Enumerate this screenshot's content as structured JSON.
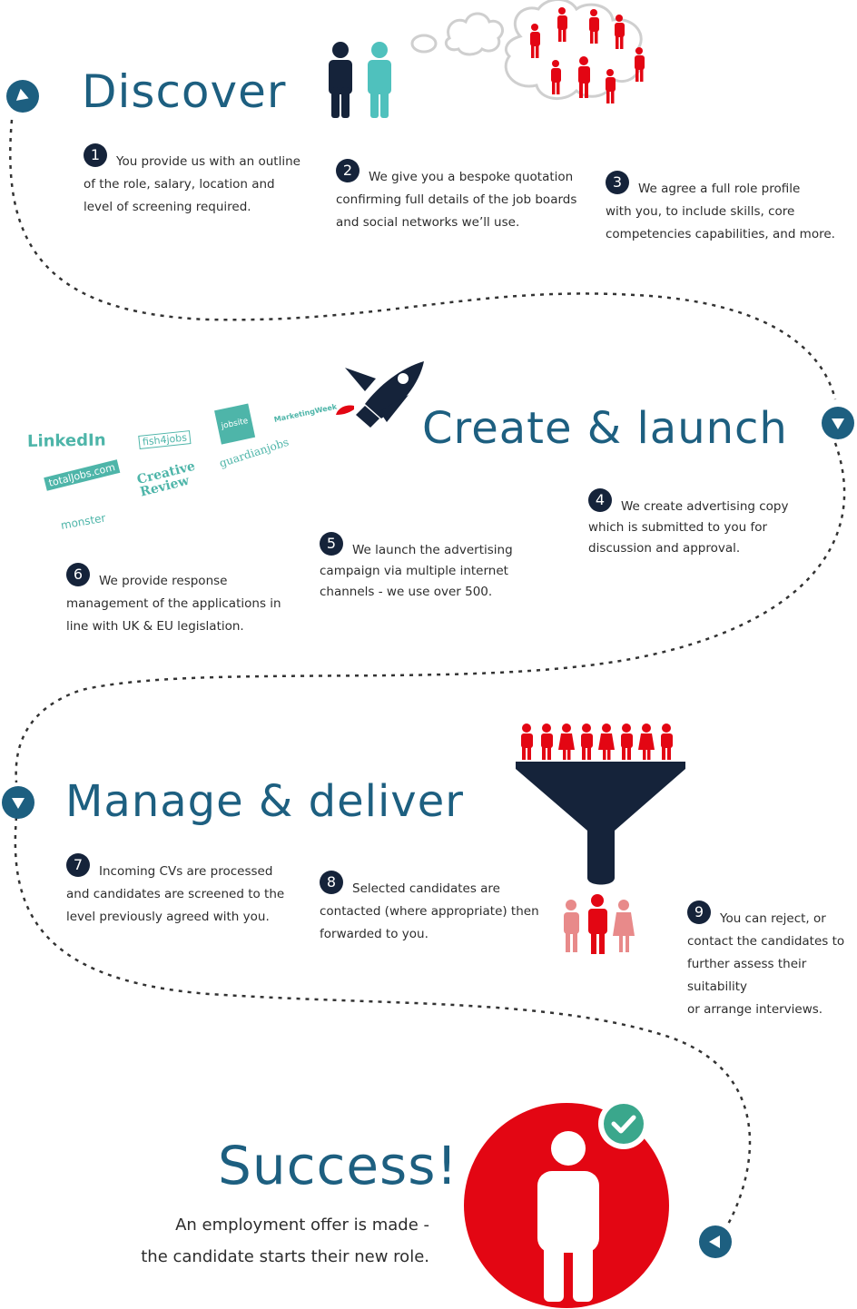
{
  "colors": {
    "heading": "#1d5f80",
    "navy": "#15233a",
    "red": "#e30613",
    "teal": "#4eb5a9",
    "pink": "#e88a8a",
    "green": "#3aa78c"
  },
  "sections": {
    "discover": {
      "title": "Discover"
    },
    "create": {
      "title": "Create & launch"
    },
    "manage": {
      "title": "Manage & deliver"
    },
    "success": {
      "title": "Success!",
      "line1": "An employment offer is made -",
      "line2": "the candidate starts their new role."
    }
  },
  "steps": [
    {
      "num": "1",
      "l1": "You provide us with an outline",
      "l2": "of the role, salary, location and",
      "l3": "level of screening required."
    },
    {
      "num": "2",
      "l1": "We give you a bespoke quotation",
      "l2": "confirming full details of the job boards",
      "l3": "and social networks we’ll use."
    },
    {
      "num": "3",
      "l1": "We agree a full role profile",
      "l2": "with you, to include skills, core",
      "l3": "competencies capabilities, and more."
    },
    {
      "num": "4",
      "l1": "We create advertising copy",
      "l2": "which is submitted to you for",
      "l3": "discussion and approval."
    },
    {
      "num": "5",
      "l1": "We launch the advertising",
      "l2": "campaign via multiple internet",
      "l3": "channels - we use over 500."
    },
    {
      "num": "6",
      "l1": "We provide response",
      "l2": "management of the applications in",
      "l3": "line with UK & EU legislation."
    },
    {
      "num": "7",
      "l1": "Incoming CVs are processed",
      "l2": "and candidates are screened to the",
      "l3": "level previously agreed with you."
    },
    {
      "num": "8",
      "l1": "Selected candidates are",
      "l2": "contacted (where appropriate) then",
      "l3": "forwarded to you."
    },
    {
      "num": "9",
      "l1": "You can reject, or",
      "l2": "contact the candidates to",
      "l3": "further assess their suitability",
      "l4": "or arrange interviews."
    }
  ],
  "logos": {
    "linkedin": "LinkedIn",
    "fish4jobs": "fish4jobs",
    "jobsite": "jobsite",
    "marketingweek": "MarketingWeek",
    "totaljobs": "totalJobs.com",
    "creativereview1": "Creative",
    "creativereview2": "Review",
    "guardianjobs": "guardianjobs",
    "monster": "monster"
  }
}
